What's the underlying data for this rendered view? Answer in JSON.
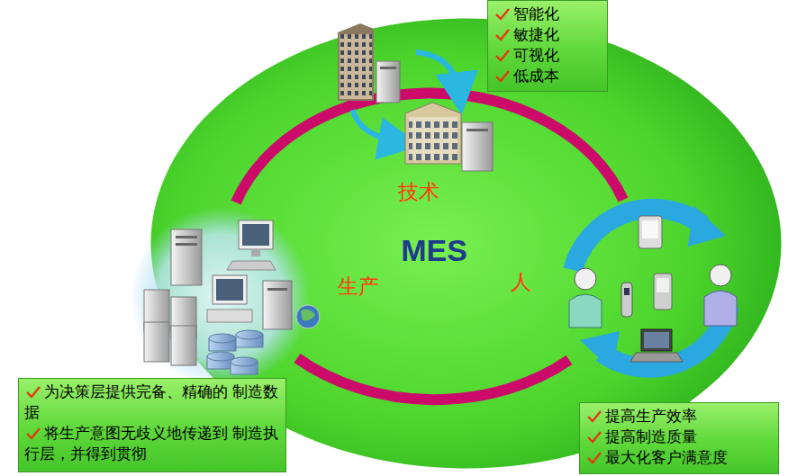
{
  "diagram": {
    "nodes": [
      {
        "text": [
          "MES"
        ]
      },
      {
        "text": [
          "智能化",
          "敏捷化",
          "可视化",
          "低成本"
        ]
      },
      {
        "text": [
          "为决策层提供完备、精确的 制造数据",
          "将生产意图无歧义地传递到 制造执行层，并得到贯彻"
        ]
      },
      {
        "text": [
          "提高生产效率",
          "提高制造质量",
          "最大化客户满意度"
        ]
      }
    ],
    "labels": [
      "技术",
      "生产",
      "人"
    ]
  }
}
